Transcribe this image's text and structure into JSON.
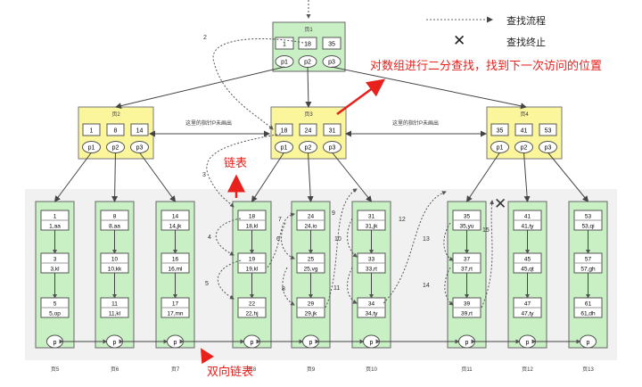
{
  "legend": {
    "search_flow": "查找流程",
    "search_end": "查找终止"
  },
  "annotations": {
    "binary_search": "对数组进行二分查找，找到下一次访问的位置",
    "linked_list": "链表",
    "doubly_linked_list": "双向链表"
  },
  "root": {
    "title": "页1",
    "keys": [
      "1",
      "18",
      "35"
    ],
    "pointers": [
      "p1",
      "p2",
      "p3"
    ]
  },
  "level2": [
    {
      "title": "页2",
      "keys": [
        "1",
        "8",
        "14"
      ],
      "pointers": [
        "p1",
        "p2",
        "p3"
      ]
    },
    {
      "title": "页3",
      "keys": [
        "18",
        "24",
        "31"
      ],
      "pointers": [
        "p1",
        "p2",
        "p3"
      ]
    },
    {
      "title": "页4",
      "keys": [
        "35",
        "41",
        "53"
      ],
      "pointers": [
        "p1",
        "p2",
        "p3"
      ]
    }
  ],
  "sibling_notes": [
    "这里的指针P未画出",
    "这里的指针P未画出"
  ],
  "leaves": [
    {
      "title": "页5",
      "records": [
        {
          "key": "1",
          "val": "1,aa"
        },
        {
          "key": "3",
          "val": "3,kl"
        },
        {
          "key": "5",
          "val": "5,op"
        }
      ],
      "pointer": "p"
    },
    {
      "title": "页6",
      "records": [
        {
          "key": "8",
          "val": "8,aa"
        },
        {
          "key": "10",
          "val": "10,kk"
        },
        {
          "key": "11",
          "val": "11,kl"
        }
      ],
      "pointer": "p"
    },
    {
      "title": "页7",
      "records": [
        {
          "key": "14",
          "val": "14,jk"
        },
        {
          "key": "16",
          "val": "16,ml"
        },
        {
          "key": "17",
          "val": "17,mn"
        }
      ],
      "pointer": "p"
    },
    {
      "title": "页8",
      "records": [
        {
          "key": "18",
          "val": "18,kl"
        },
        {
          "key": "19",
          "val": "19,kl"
        },
        {
          "key": "22",
          "val": "22,hj"
        }
      ],
      "pointer": "p"
    },
    {
      "title": "页9",
      "records": [
        {
          "key": "24",
          "val": "24,io"
        },
        {
          "key": "25",
          "val": "25,vg"
        },
        {
          "key": "29",
          "val": "29,jk"
        }
      ],
      "pointer": "p"
    },
    {
      "title": "页10",
      "records": [
        {
          "key": "31",
          "val": "31,jk"
        },
        {
          "key": "33",
          "val": "33,rt"
        },
        {
          "key": "34",
          "val": "34,ty"
        }
      ],
      "pointer": "p"
    },
    {
      "title": "页11",
      "records": [
        {
          "key": "35",
          "val": "35,yu"
        },
        {
          "key": "37",
          "val": "37,rt"
        },
        {
          "key": "39",
          "val": "39,rt"
        }
      ],
      "pointer": "p"
    },
    {
      "title": "页12",
      "records": [
        {
          "key": "41",
          "val": "41,ty"
        },
        {
          "key": "45",
          "val": "45,qt"
        },
        {
          "key": "47",
          "val": "47,ty"
        }
      ],
      "pointer": "p"
    },
    {
      "title": "页13",
      "records": [
        {
          "key": "53",
          "val": "53,qi"
        },
        {
          "key": "57",
          "val": "57,gh"
        },
        {
          "key": "61",
          "val": "61,dh"
        }
      ],
      "pointer": "p"
    }
  ],
  "step_numbers": [
    "2",
    "3",
    "4",
    "5",
    "6",
    "7",
    "8",
    "9",
    "10",
    "11",
    "12",
    "13",
    "14",
    "15"
  ],
  "colors": {
    "internal_fill": "#fbf59b",
    "root_fill": "#c9f0c4",
    "leaf_fill": "#c9f0c4",
    "stroke": "#555555",
    "annotation": "#e8211d"
  }
}
